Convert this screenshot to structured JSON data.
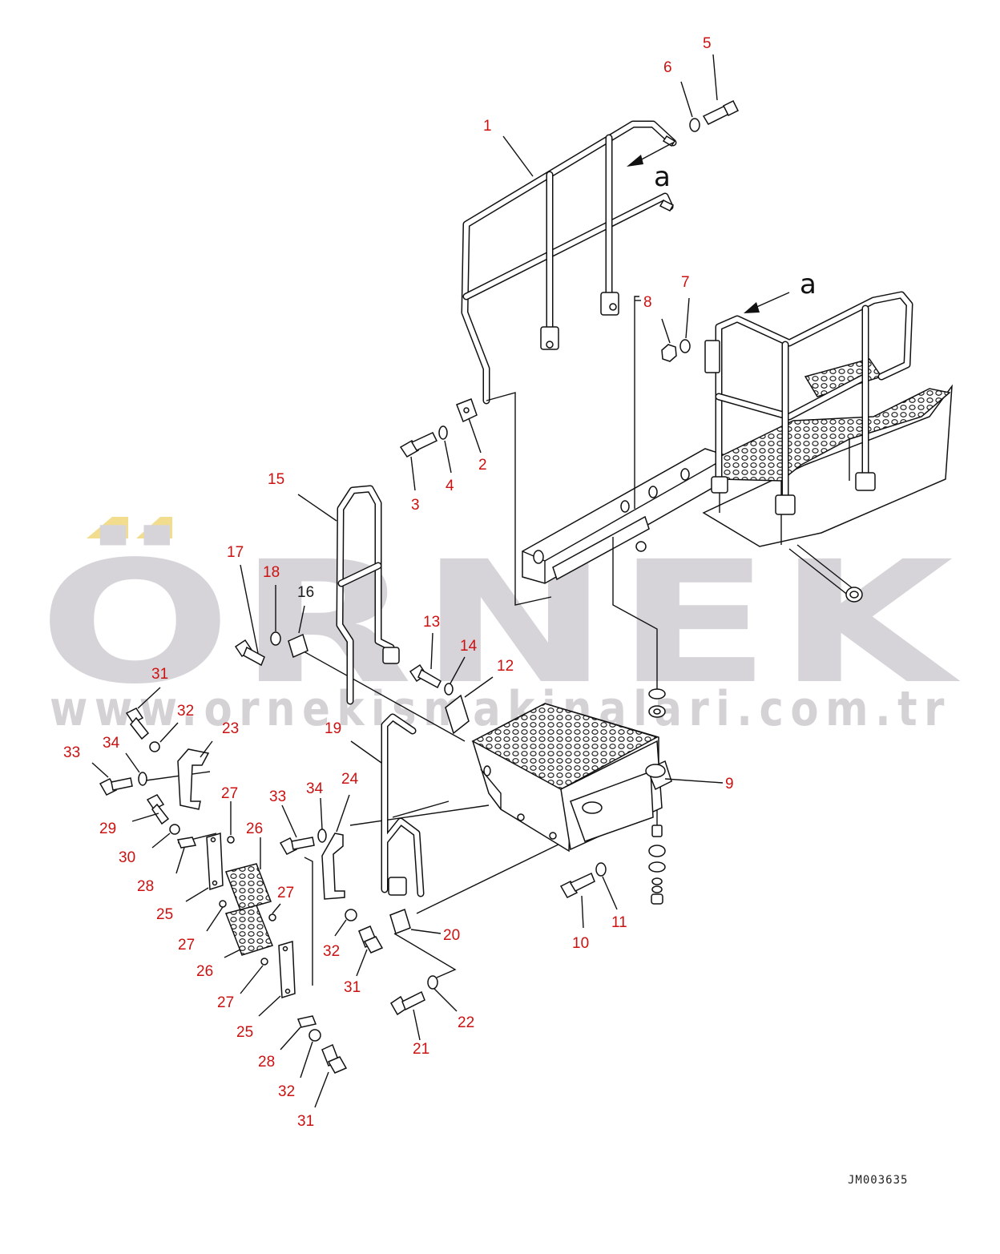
{
  "watermark": {
    "brand": "ÖRNEK",
    "url": "www.ornekismakinalari.com.tr",
    "accent_color": "#f2dd8e",
    "text_color": "#d7d4d9"
  },
  "view_marker": "a",
  "drawing_code": "JM003635",
  "label_color": "#cc1111",
  "callouts": [
    {
      "id": "c1",
      "text": "1"
    },
    {
      "id": "c2",
      "text": "2"
    },
    {
      "id": "c3",
      "text": "3"
    },
    {
      "id": "c4",
      "text": "4"
    },
    {
      "id": "c5",
      "text": "5"
    },
    {
      "id": "c6",
      "text": "6"
    },
    {
      "id": "c7",
      "text": "7"
    },
    {
      "id": "c8",
      "text": "8"
    },
    {
      "id": "c9",
      "text": "9"
    },
    {
      "id": "c10",
      "text": "10"
    },
    {
      "id": "c11",
      "text": "11"
    },
    {
      "id": "c12",
      "text": "12"
    },
    {
      "id": "c13",
      "text": "13"
    },
    {
      "id": "c14",
      "text": "14"
    },
    {
      "id": "c15",
      "text": "15"
    },
    {
      "id": "c16",
      "text": "16"
    },
    {
      "id": "c17",
      "text": "17"
    },
    {
      "id": "c18",
      "text": "18"
    },
    {
      "id": "c19",
      "text": "19"
    },
    {
      "id": "c20",
      "text": "20"
    },
    {
      "id": "c21",
      "text": "21"
    },
    {
      "id": "c22",
      "text": "22"
    },
    {
      "id": "c23",
      "text": "23"
    },
    {
      "id": "c24",
      "text": "24"
    },
    {
      "id": "c25a",
      "text": "25"
    },
    {
      "id": "c25b",
      "text": "25"
    },
    {
      "id": "c26a",
      "text": "26"
    },
    {
      "id": "c26b",
      "text": "26"
    },
    {
      "id": "c27a",
      "text": "27"
    },
    {
      "id": "c27b",
      "text": "27"
    },
    {
      "id": "c27c",
      "text": "27"
    },
    {
      "id": "c27d",
      "text": "27"
    },
    {
      "id": "c28a",
      "text": "28"
    },
    {
      "id": "c28b",
      "text": "28"
    },
    {
      "id": "c29",
      "text": "29"
    },
    {
      "id": "c30",
      "text": "30"
    },
    {
      "id": "c31a",
      "text": "31"
    },
    {
      "id": "c31b",
      "text": "31"
    },
    {
      "id": "c31c",
      "text": "31"
    },
    {
      "id": "c32a",
      "text": "32"
    },
    {
      "id": "c32b",
      "text": "32"
    },
    {
      "id": "c32c",
      "text": "32"
    },
    {
      "id": "c33a",
      "text": "33"
    },
    {
      "id": "c33b",
      "text": "33"
    },
    {
      "id": "c34a",
      "text": "34"
    },
    {
      "id": "c34b",
      "text": "34"
    }
  ]
}
